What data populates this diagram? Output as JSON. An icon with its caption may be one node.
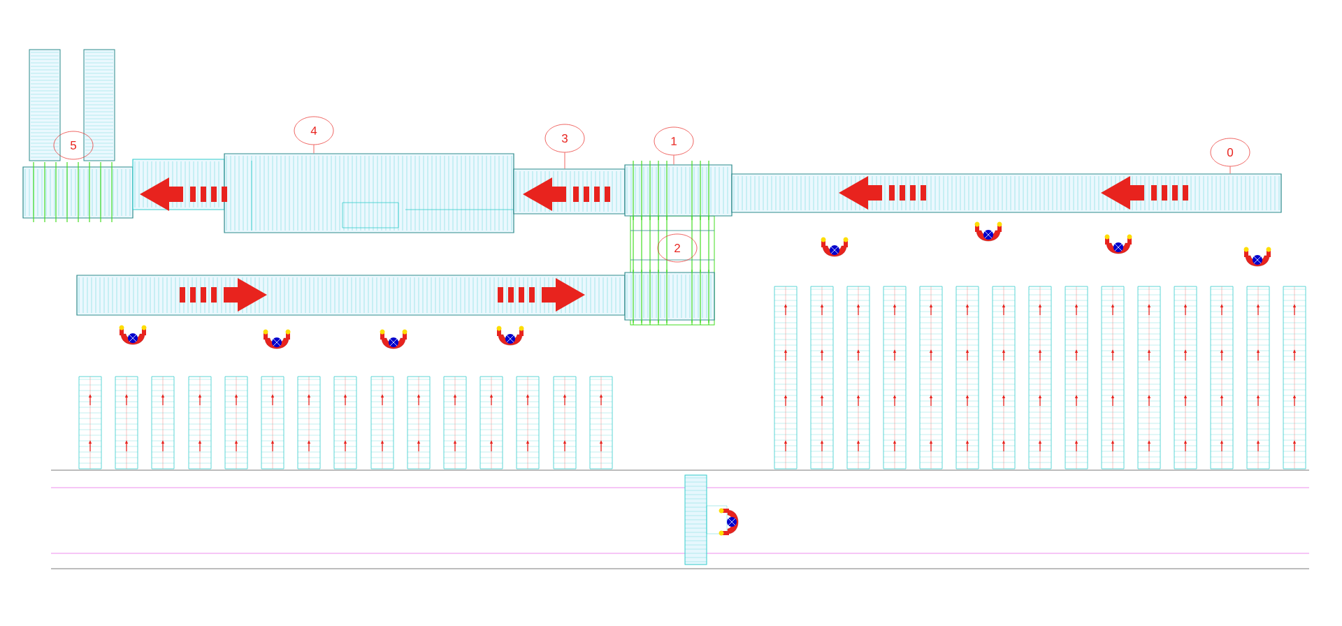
{
  "diagram": {
    "nodes": [
      {
        "text": [
          "0"
        ]
      },
      {
        "text": [
          "1"
        ]
      },
      {
        "text": [
          "2"
        ]
      },
      {
        "text": [
          "3"
        ]
      },
      {
        "text": [
          "4"
        ]
      },
      {
        "text": [
          "5"
        ]
      },
      {
        "text": [],
        "shape": "box"
      },
      {
        "text": [],
        "shape": "box"
      },
      {
        "text": [],
        "shape": "box"
      },
      {
        "text": [],
        "shape": "box"
      }
    ],
    "edges": [
      {
        "from": 0,
        "to": 9,
        "arrow": "none"
      },
      {
        "from": 1,
        "to": 8,
        "arrow": "none"
      },
      {
        "from": 3,
        "to": 7,
        "arrow": "none"
      },
      {
        "from": 4,
        "to": 6,
        "arrow": "none"
      }
    ]
  }
}
